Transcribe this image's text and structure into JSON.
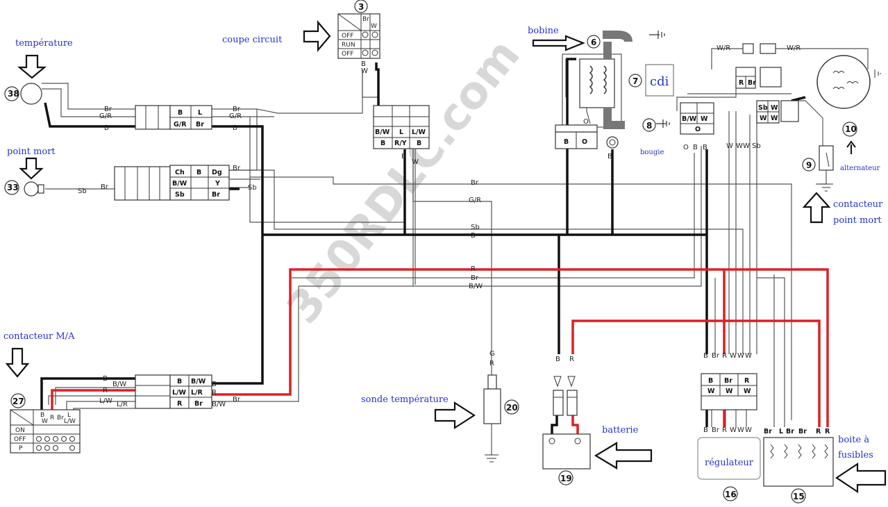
{
  "watermark": "350RDLC.com",
  "annotations": {
    "temperature": "température",
    "point_mort": "point mort",
    "coupe_circuit": "coupe circuit",
    "bobine": "bobine",
    "cdi": "cdi",
    "bougie": "bougie",
    "alternateur": "alternateur",
    "contacteur_point_mort_1": "contacteur",
    "contacteur_point_mort_2": "point mort",
    "contacteur_ma": "contacteur M/A",
    "sonde_temperature": "sonde température",
    "batterie": "batterie",
    "regulateur": "régulateur",
    "boite_1": "boite à",
    "boite_2": "fusibles"
  },
  "component_numbers": {
    "n3": "3",
    "n6": "6",
    "n7": "7",
    "n8": "8",
    "n9": "9",
    "n10": "10",
    "n15": "15",
    "n16": "16",
    "n19": "19",
    "n20": "20",
    "n27": "27",
    "n33": "33",
    "n38": "38"
  },
  "kill_switch": {
    "head_1": "Br",
    "head_2": "W",
    "rows": [
      "OFF",
      "RUN",
      "OFF"
    ]
  },
  "ignition_switch": {
    "head_1": "B",
    "head_2": "W",
    "head_3": "R",
    "head_4": "Br",
    "head_5": "L",
    "head_6": "L/W",
    "rows": [
      "ON",
      "OFF",
      "P"
    ]
  },
  "wire_colors": {
    "br": "Br",
    "gr": "G/R",
    "b": "B",
    "sb": "Sb",
    "r": "R",
    "bw": "B/W",
    "lw": "L/W",
    "lr": "L/R",
    "w": "W",
    "wr": "W/R",
    "ry": "R/Y",
    "o": "O",
    "l": "L",
    "y": "Y",
    "ch": "Ch",
    "dg": "Dg",
    "g": "G"
  }
}
